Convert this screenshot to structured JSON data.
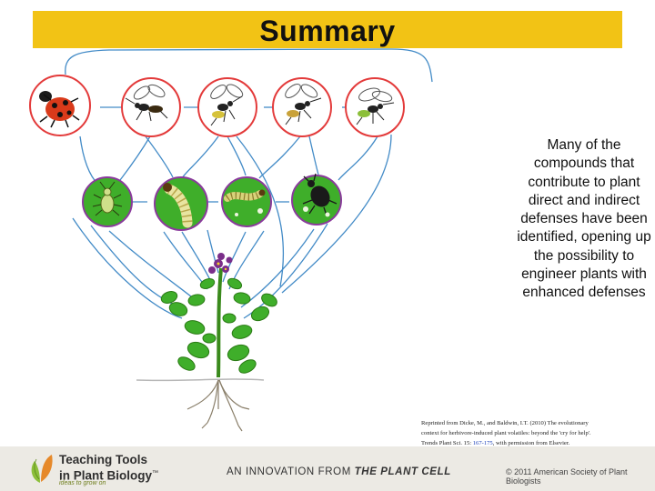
{
  "slide": {
    "title": "Summary",
    "summary_text": "Many of the compounds that contribute to plant direct and indirect defenses have been identified, opening up the possibility to engineer plants with enhanced defenses",
    "citation": {
      "line1": "Reprinted from Dicke, M., and Baldwin, I.T. (2010) The evolutionary",
      "line2": "context for herbivore-induced plant volatiles: beyond the 'cry for help'.",
      "line3_pre": "Trends Plant Sci. 15: ",
      "pages": "167-175",
      "line3_post": ", with permission from Elsevier."
    }
  },
  "diagram": {
    "top_row": [
      "ladybird-beetle",
      "parasitic-wasp",
      "parasitic-wasp-yellow",
      "parasitic-wasp-striped",
      "parasitic-wasp-green"
    ],
    "middle_row": [
      "aphid",
      "caterpillar-larva",
      "caterpillar",
      "beetle"
    ],
    "colors": {
      "top_ring": "#e33a3a",
      "middle_ring": "#8a3a9c",
      "middle_fill": "#3fae2a",
      "lines": "#2f7fc1",
      "plant": "#3fae2a",
      "flower": "#7a2e8a"
    }
  },
  "footer": {
    "logo_line1": "Teaching Tools",
    "logo_line2": "in Plant Biology",
    "tm": "™",
    "tagline": "ideas to grow on",
    "innovation_pre": "AN INNOVATION FROM ",
    "innovation_brand": "THE PLANT CELL",
    "copyright": "© 2011 American Society of Plant Biologists"
  }
}
